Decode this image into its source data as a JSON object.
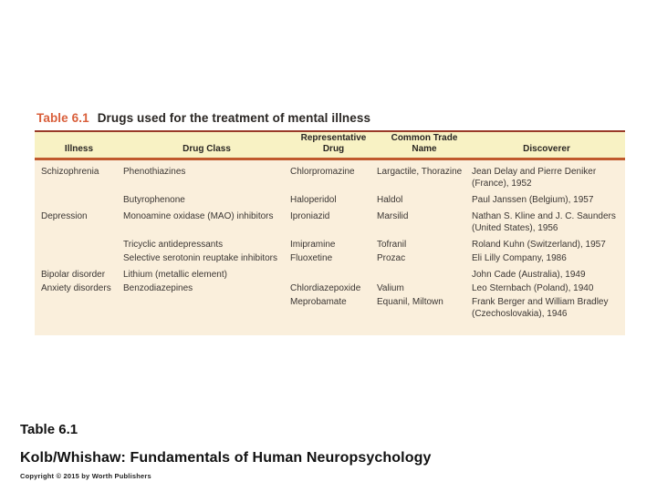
{
  "figure": {
    "label": "Table 6.1",
    "title": "Drugs used for the treatment of mental illness",
    "columns": [
      "Illness",
      "Drug Class",
      "Representative\nDrug",
      "Common Trade\nName",
      "Discoverer"
    ],
    "rows": [
      {
        "gap": false,
        "cells": [
          "Schizophrenia",
          "Phenothiazines",
          "Chlorpromazine",
          "Largactile, Thorazine",
          "Jean Delay and Pierre Deniker (France), 1952"
        ]
      },
      {
        "gap": true,
        "cells": [
          "",
          "Butyrophenone",
          "Haloperidol",
          "Haldol",
          "Paul Janssen (Belgium), 1957"
        ]
      },
      {
        "gap": true,
        "cells": [
          "Depression",
          "Monoamine oxidase (MAO) inhibitors",
          "Iproniazid",
          "Marsilid",
          "Nathan S. Kline and J. C. Saunders (United States), 1956"
        ]
      },
      {
        "gap": true,
        "cells": [
          "",
          "Tricyclic antidepressants",
          "Imipramine",
          "Tofranil",
          "Roland Kuhn (Switzerland), 1957"
        ]
      },
      {
        "gap": false,
        "cells": [
          "",
          "Selective serotonin reuptake inhibitors",
          "Fluoxetine",
          "Prozac",
          "Eli Lilly Company, 1986"
        ]
      },
      {
        "gap": true,
        "cells": [
          "Bipolar disorder",
          "Lithium (metallic element)",
          "",
          "",
          "John Cade (Australia), 1949"
        ]
      },
      {
        "gap": false,
        "cells": [
          "Anxiety disorders",
          "Benzodiazepines",
          "Chlordiazepoxide",
          "Valium",
          "Leo Sternbach (Poland), 1940"
        ]
      },
      {
        "gap": false,
        "cells": [
          "",
          "",
          "Meprobamate",
          "Equanil, Miltown",
          "Frank Berger and William Bradley (Czechoslovakia), 1946"
        ]
      }
    ],
    "colors": {
      "label_accent": "#D95F3B",
      "header_bg": "#F8F2C4",
      "body_bg": "#FAEFDC",
      "rule_top": "#993B28",
      "rule_mid": "#C05A2D"
    }
  },
  "captions": {
    "table_label": "Table 6.1",
    "book_title": "Kolb/Whishaw: Fundamentals of Human Neuropsychology",
    "copyright": "Copyright © 2015 by Worth Publishers"
  }
}
